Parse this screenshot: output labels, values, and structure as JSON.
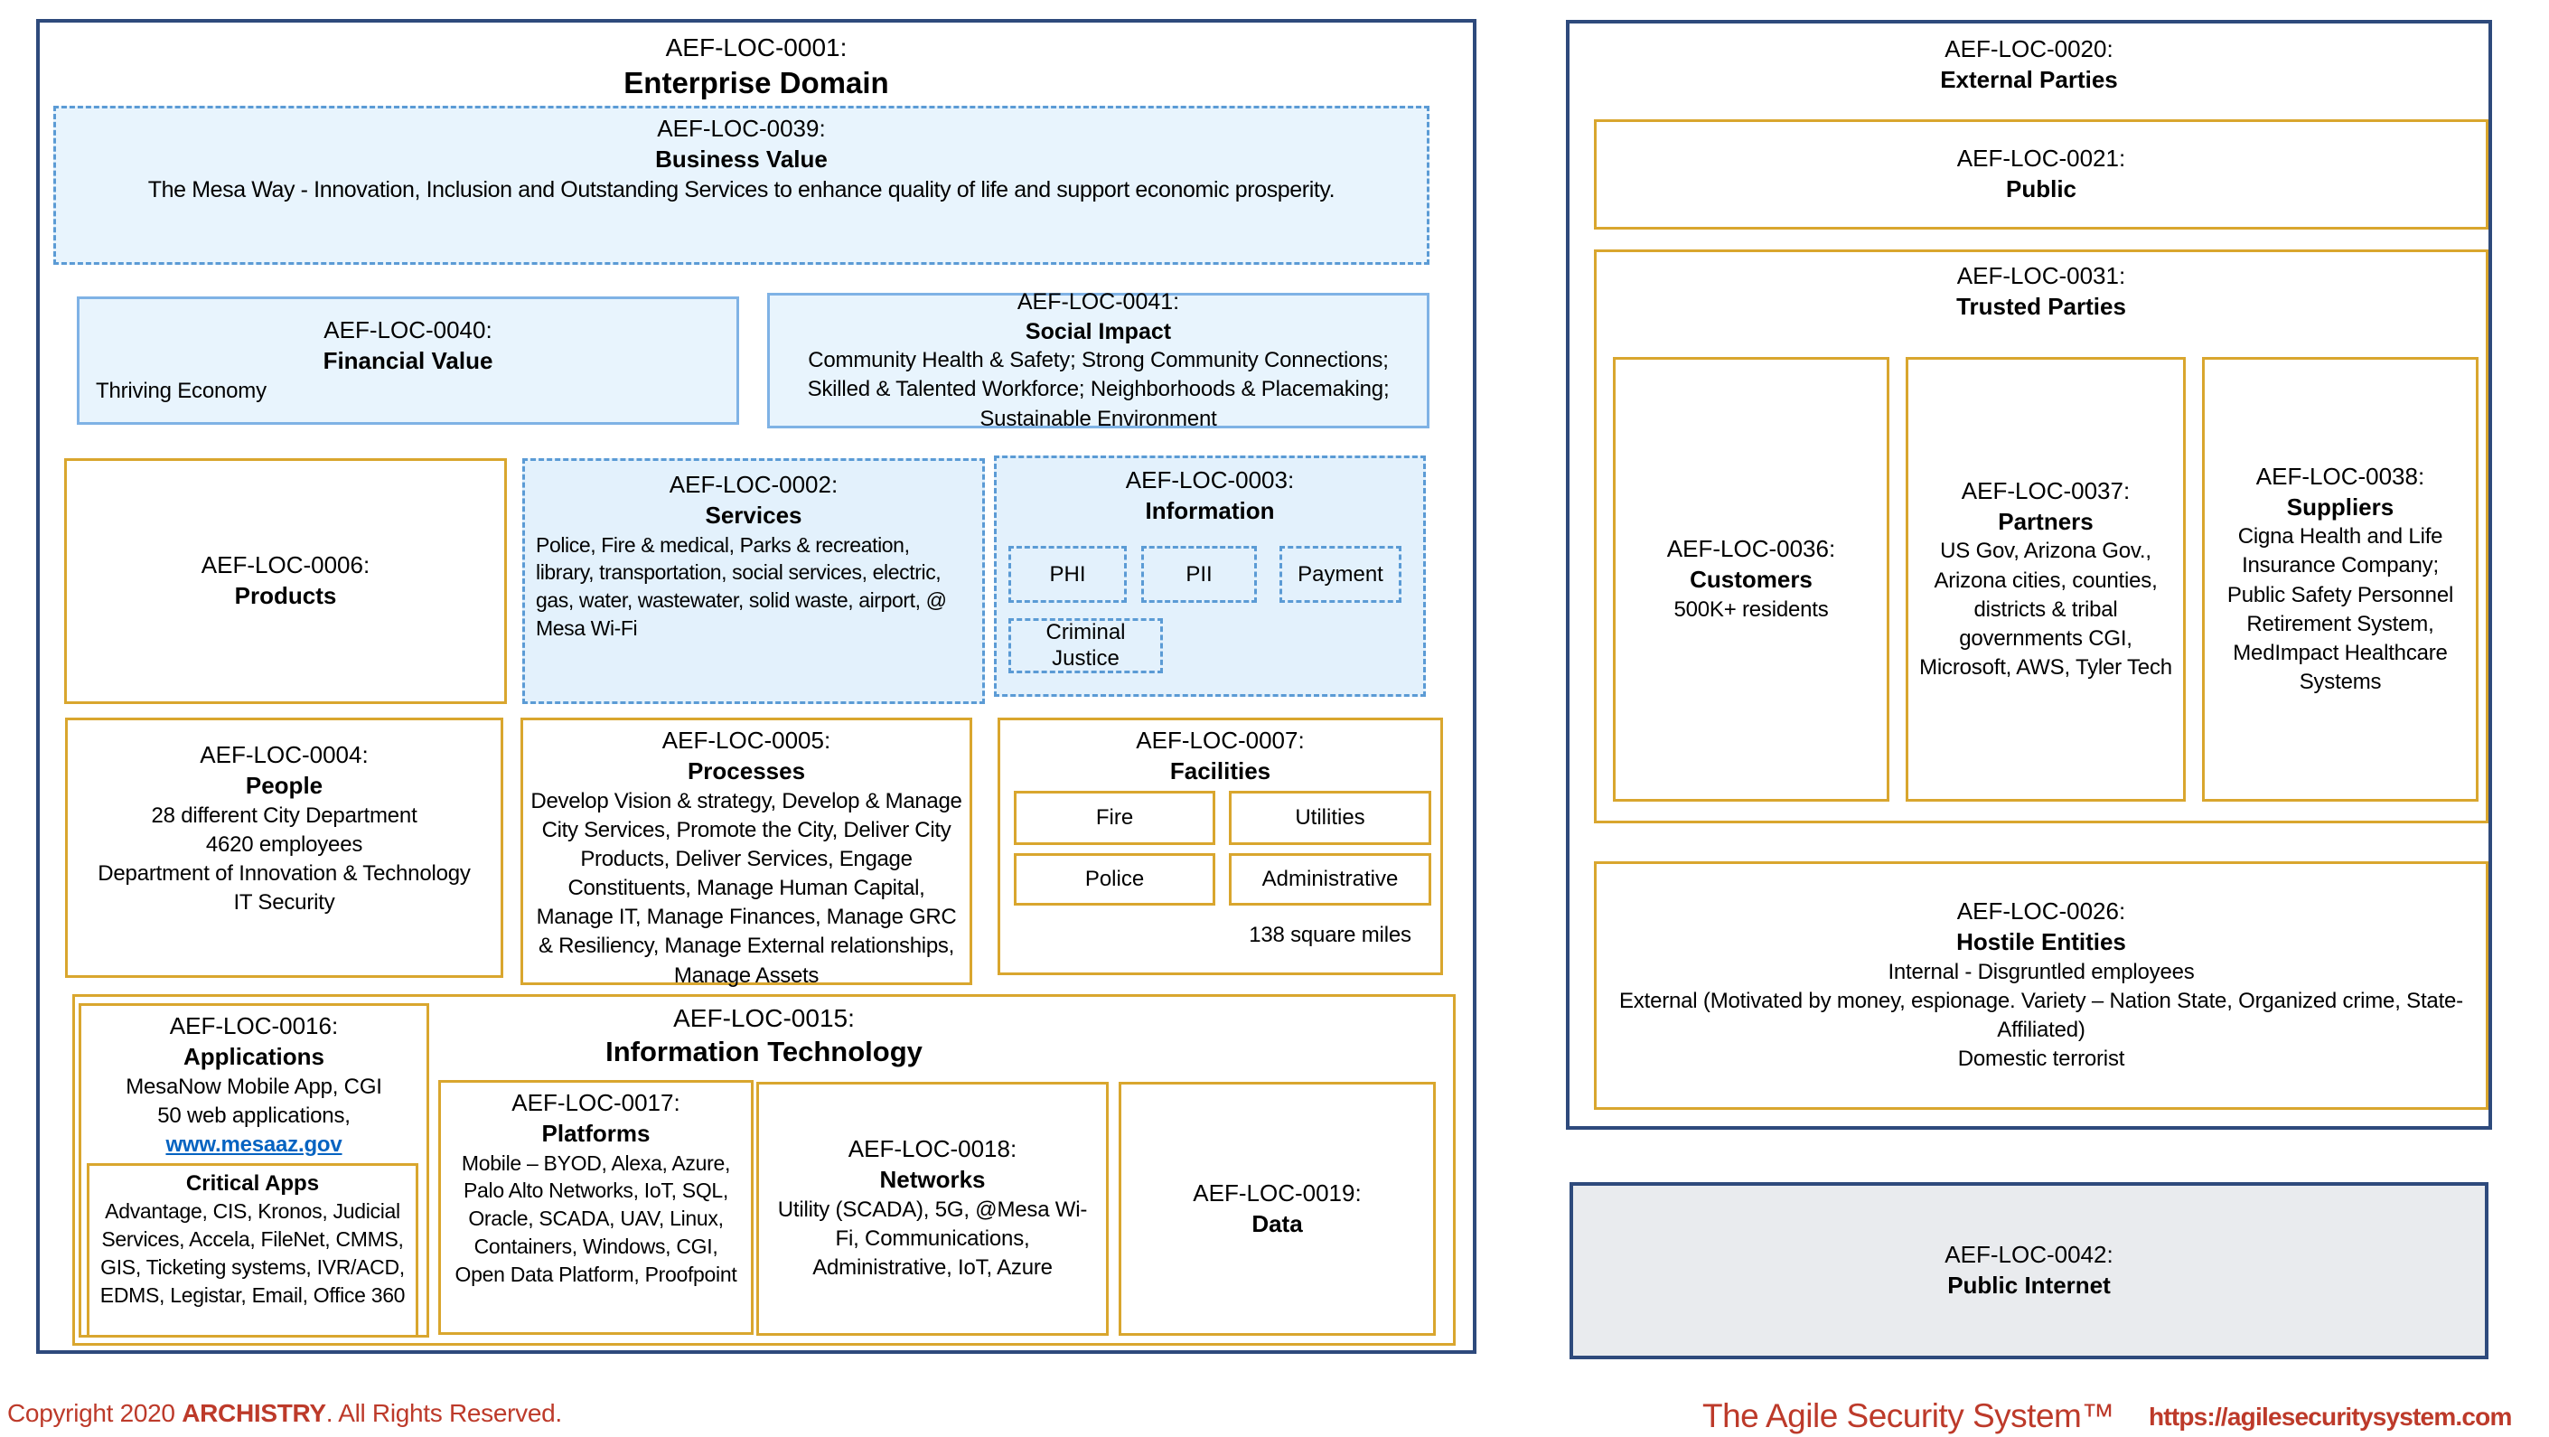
{
  "colors": {
    "navy_border": "#2e4a7c",
    "gold_border": "#d9a62e",
    "blue_border": "#7fb2e5",
    "dashed_blue": "#5b9bd5",
    "light_blue_fill": "#e8f4fd",
    "grey_fill": "#e9ebee",
    "red_text": "#bd3a2a",
    "link_blue": "#0563c1"
  },
  "enterprise": {
    "code": "AEF-LOC-0001:",
    "title": "Enterprise Domain",
    "business_value": {
      "code": "AEF-LOC-0039:",
      "title": "Business Value",
      "body": "The Mesa Way - Innovation, Inclusion and Outstanding Services to enhance quality of life and support economic prosperity."
    },
    "financial_value": {
      "code": "AEF-LOC-0040:",
      "title": "Financial Value",
      "body": "Thriving Economy"
    },
    "social_impact": {
      "code": "AEF-LOC-0041:",
      "title": "Social Impact",
      "body": "Community Health & Safety; Strong Community Connections; Skilled & Talented Workforce; Neighborhoods & Placemaking; Sustainable Environment"
    },
    "products": {
      "code": "AEF-LOC-0006:",
      "title": "Products"
    },
    "services": {
      "code": "AEF-LOC-0002:",
      "title": "Services",
      "body": "Police, Fire & medical, Parks & recreation, library, transportation, social services, electric, gas, water, wastewater, solid waste, airport, @ Mesa Wi-Fi"
    },
    "information": {
      "code": "AEF-LOC-0003:",
      "title": "Information",
      "tags": [
        "PHI",
        "PII",
        "Payment",
        "Criminal Justice"
      ]
    },
    "people": {
      "code": "AEF-LOC-0004:",
      "title": "People",
      "lines": [
        "28 different City Department",
        "4620 employees",
        "Department of Innovation & Technology",
        "IT Security"
      ]
    },
    "processes": {
      "code": "AEF-LOC-0005:",
      "title": "Processes",
      "body": "Develop Vision & strategy, Develop & Manage City Services, Promote the City, Deliver City Products, Deliver Services, Engage Constituents, Manage Human Capital, Manage IT, Manage Finances, Manage GRC & Resiliency, Manage External relationships, Manage Assets"
    },
    "facilities": {
      "code": "AEF-LOC-0007:",
      "title": "Facilities",
      "tags": [
        "Fire",
        "Utilities",
        "Police",
        "Administrative"
      ],
      "note": "138 square miles"
    },
    "it": {
      "code": "AEF-LOC-0015:",
      "title": "Information Technology",
      "applications": {
        "code": "AEF-LOC-0016:",
        "title": "Applications",
        "line1": "MesaNow Mobile App, CGI",
        "line2": "50 web applications,",
        "link": "www.mesaaz.gov",
        "critical_apps": {
          "title": "Critical Apps",
          "body": "Advantage, CIS, Kronos, Judicial Services, Accela, FileNet, CMMS, GIS, Ticketing systems, IVR/ACD, EDMS, Legistar, Email, Office 360"
        }
      },
      "platforms": {
        "code": "AEF-LOC-0017:",
        "title": "Platforms",
        "body": "Mobile – BYOD, Alexa, Azure, Palo Alto Networks, IoT, SQL, Oracle, SCADA, UAV, Linux, Containers, Windows, CGI, Open Data Platform, Proofpoint"
      },
      "networks": {
        "code": "AEF-LOC-0018:",
        "title": "Networks",
        "body": "Utility (SCADA), 5G, @Mesa Wi-Fi, Communications, Administrative, IoT, Azure"
      },
      "data": {
        "code": "AEF-LOC-0019:",
        "title": "Data"
      }
    }
  },
  "external": {
    "code": "AEF-LOC-0020:",
    "title": "External Parties",
    "public": {
      "code": "AEF-LOC-0021:",
      "title": "Public"
    },
    "trusted": {
      "code": "AEF-LOC-0031:",
      "title": "Trusted Parties",
      "customers": {
        "code": "AEF-LOC-0036:",
        "title": "Customers",
        "body": "500K+ residents"
      },
      "partners": {
        "code": "AEF-LOC-0037:",
        "title": "Partners",
        "body": "US Gov, Arizona Gov., Arizona cities, counties, districts & tribal governments CGI, Microsoft, AWS, Tyler Tech"
      },
      "suppliers": {
        "code": "AEF-LOC-0038:",
        "title": "Suppliers",
        "body": "Cigna Health and Life Insurance Company; Public Safety Personnel Retirement System, MedImpact Healthcare Systems"
      }
    },
    "hostile": {
      "code": "AEF-LOC-0026:",
      "title": "Hostile Entities",
      "line1": "Internal - Disgruntled employees",
      "line2": "External (Motivated by money, espionage. Variety – Nation State, Organized crime, State-Affiliated)",
      "line3": "Domestic terrorist"
    }
  },
  "internet": {
    "code": "AEF-LOC-0042:",
    "title": "Public Internet"
  },
  "footer": {
    "copyright_prefix": "Copyright 2020 ",
    "copyright_brand": "ARCHISTRY",
    "copyright_suffix": ". All Rights Reserved.",
    "brand": "The Agile Security System™",
    "url": "https://agilesecuritysystem.com"
  }
}
